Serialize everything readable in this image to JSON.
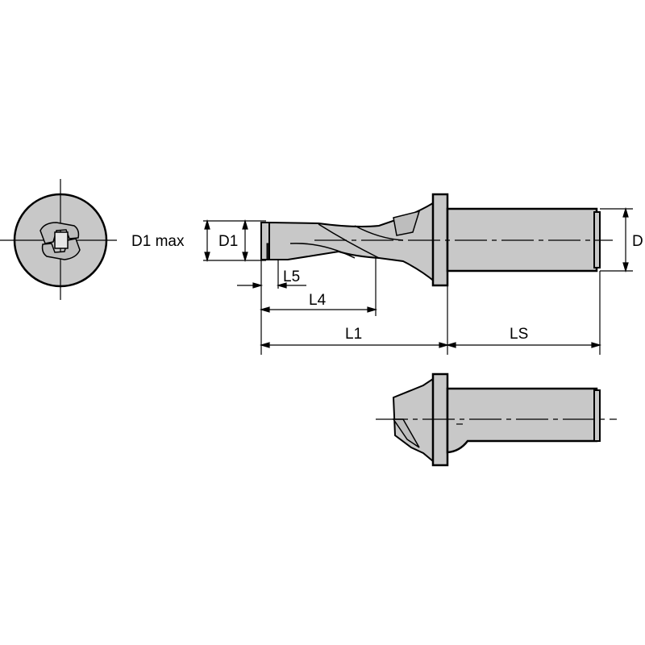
{
  "labels": {
    "d1_max": "D1 max",
    "d1": "D1",
    "d": "D",
    "l5": "L5",
    "l4": "L4",
    "l1": "L1",
    "ls": "LS"
  },
  "colors": {
    "body_fill": "#c8c8c8",
    "line": "#000000",
    "background": "#ffffff"
  }
}
